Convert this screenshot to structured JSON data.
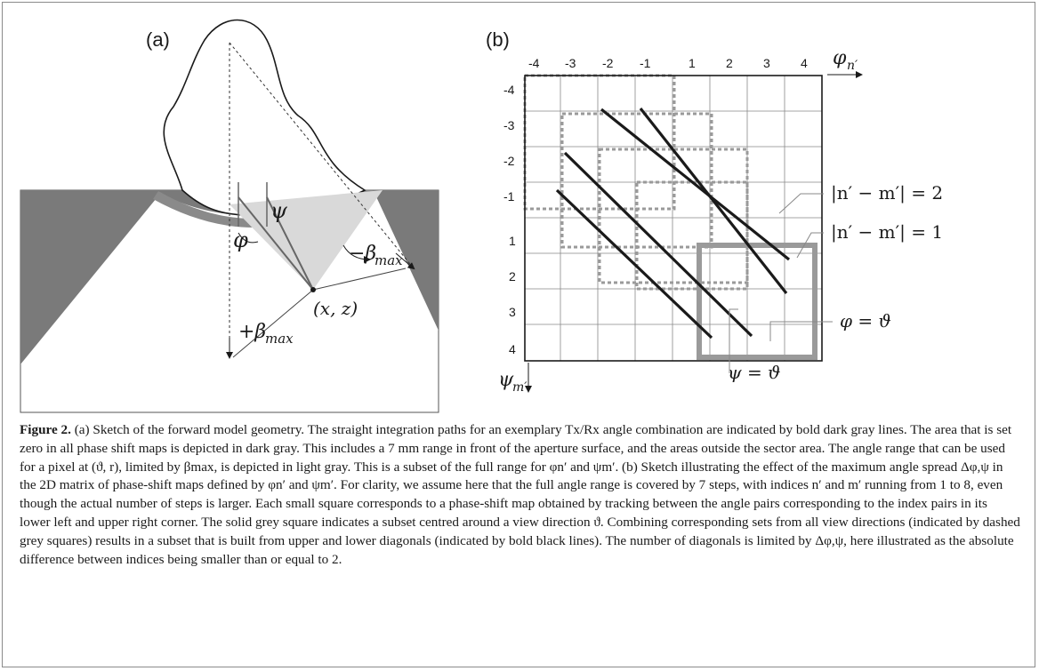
{
  "panel_a": {
    "label": "(a)",
    "phi": "φ",
    "psi": "ψ",
    "plus_beta": "+β",
    "minus_beta": "−β",
    "beta_sub": "max",
    "point": "(x, z)"
  },
  "panel_b": {
    "label": "(b)",
    "col_ticks": [
      "-4",
      "-3",
      "-2",
      "-1",
      "1",
      "2",
      "3",
      "4"
    ],
    "row_ticks": [
      "-4",
      "-3",
      "-2",
      "-1",
      "1",
      "2",
      "3",
      "4"
    ],
    "col_axis_symbol": "φ",
    "col_axis_sub": "n′",
    "row_axis_symbol": "ψ",
    "row_axis_sub": "m′",
    "eq_diff2": "|n′ − m′| = 2",
    "eq_diff1": "|n′ − m′| = 1",
    "eq_phi": "φ = ϑ",
    "eq_psi": "ψ = ϑ"
  },
  "caption": {
    "label": "Figure 2.",
    "text": "(a) Sketch of the forward model geometry. The straight integration paths for an exemplary Tx/Rx angle combination are indicated by bold dark gray lines. The area that is set zero in all phase shift maps is depicted in dark gray. This includes a 7 mm range in front of the aperture surface, and the areas outside the sector area. The angle range that can be used for a pixel at (ϑ, r), limited by βmax, is depicted in light gray. This is a subset of the full range for φn′ and ψm′. (b) Sketch illustrating the effect of the maximum angle spread Δφ,ψ in the 2D matrix of phase-shift maps defined by φn′ and ψm′. For clarity, we assume here that the full angle range is covered by 7 steps, with indices n′ and m′ running from 1 to 8, even though the actual number of steps is larger. Each small square corresponds to a phase-shift map obtained by tracking between the angle pairs corresponding to the index pairs in its lower left and upper right corner. The solid grey square indicates a subset centred around a view direction ϑ. Combining corresponding sets from all view directions (indicated by dashed grey squares) results in a subset that is built from upper and lower diagonals (indicated by bold black lines). The number of diagonals is limited by Δφ,ψ, here illustrated as the absolute difference between indices being smaller than or equal to 2."
  }
}
